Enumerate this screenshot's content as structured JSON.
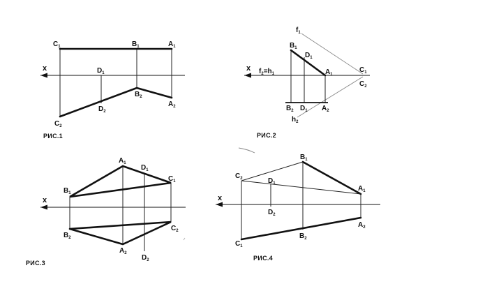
{
  "figures": {
    "fig1": {
      "caption": "РИС.1",
      "axis_label": "x",
      "labels": {
        "C1": "C",
        "B1": "B",
        "A1": "A",
        "D1": "D",
        "D2": "D",
        "C2": "C",
        "B2": "B",
        "A2": "A"
      },
      "subs": {
        "C1": "1",
        "B1": "1",
        "A1": "1",
        "D1": "1",
        "D2": "2",
        "C2": "2",
        "B2": "2",
        "A2": "2"
      }
    },
    "fig2": {
      "caption": "РИС.2",
      "axis_label": "x",
      "trace_label": "f",
      "trace_sub": "2",
      "trace_eq": "=h",
      "trace_eq_sub": "1",
      "labels": {
        "f1": "f",
        "B1": "B",
        "D1": "D",
        "A1": "A",
        "C1": "C",
        "C2": "C",
        "B2": "B",
        "D2": "D",
        "A2": "A",
        "h2": "h"
      },
      "subs": {
        "f1": "1",
        "B1": "1",
        "D1": "1",
        "A1": "1",
        "C1": "1",
        "C2": "2",
        "B2": "2",
        "D2": "1",
        "A2": "2",
        "h2": "2"
      }
    },
    "fig3": {
      "caption": "РИС.3",
      "axis_label": "x",
      "labels": {
        "A1": "A",
        "D1": "D",
        "C1": "C",
        "B1": "B",
        "B2": "B",
        "C2": "C",
        "A2": "A",
        "D2": "D"
      },
      "subs": {
        "A1": "1",
        "D1": "1",
        "C1": "1",
        "B1": "1",
        "B2": "2",
        "C2": "2",
        "A2": "2",
        "D2": "2"
      }
    },
    "fig4": {
      "caption": "РИС.4",
      "axis_label": "x",
      "labels": {
        "B1": "B",
        "C2": "C",
        "D1": "D",
        "A1": "A",
        "D2": "D",
        "A2": "A",
        "B2": "B",
        "C1": "C"
      },
      "subs": {
        "B1": "1",
        "C2": "2",
        "D1": "1",
        "A1": "1",
        "D2": "2",
        "A2": "2",
        "B2": "2",
        "C1": "1"
      }
    }
  }
}
